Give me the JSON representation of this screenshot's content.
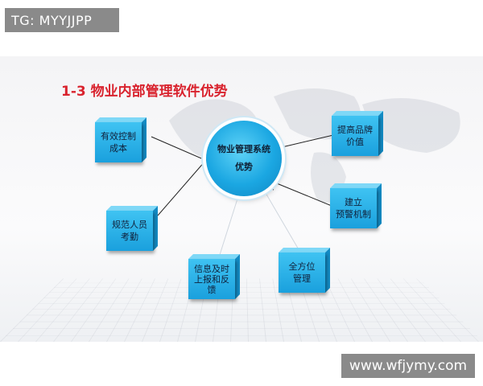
{
  "watermark_top": "TG: MYYJJPP",
  "watermark_bottom": "www.wfjymy.com",
  "slide": {
    "title": "1-3  物业内部管理软件优势",
    "center": {
      "line1": "物业管理系统",
      "line2": "优势"
    },
    "nodes": [
      {
        "id": "cost",
        "line1": "有效控制",
        "line2": "成本"
      },
      {
        "id": "staff",
        "line1": "规范人员",
        "line2": "考勤"
      },
      {
        "id": "info",
        "line1": "信息及时",
        "line2": "上报和反",
        "line3": "馈"
      },
      {
        "id": "all",
        "line1": "全方位",
        "line2": "管理"
      },
      {
        "id": "alert",
        "line1": "建立",
        "line2": "预警机制"
      },
      {
        "id": "value",
        "line1": "提高品牌",
        "line2": "价值"
      }
    ]
  },
  "colors": {
    "title": "#d9232e",
    "node": "#1aa0dd",
    "watermark_bg": "#8a8a8a"
  }
}
